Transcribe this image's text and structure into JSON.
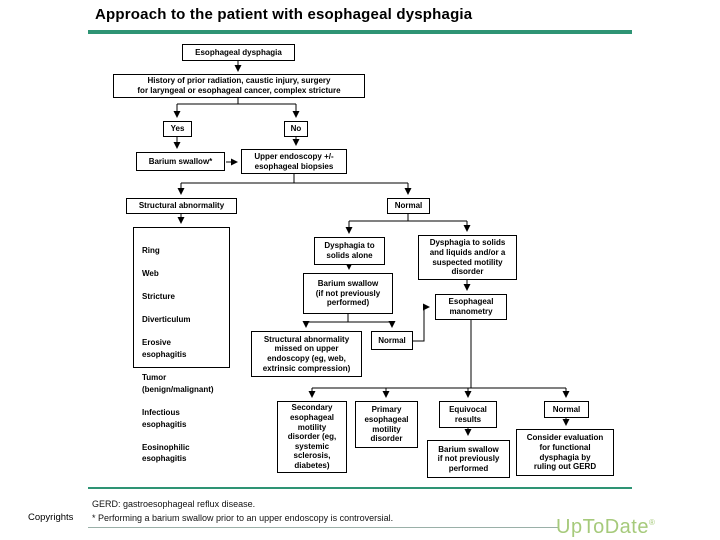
{
  "title": "Approach to the patient with esophageal dysphagia",
  "colors": {
    "accent_teal": "#2e9474",
    "divider_gray": "#9ab0a8",
    "logo_green": "#a6ca7b",
    "box_border": "#000000"
  },
  "flowchart": {
    "nodes": {
      "start": {
        "label": "Esophageal dysphagia"
      },
      "history": {
        "label": "History of prior radiation, caustic injury, surgery\nfor laryngeal or esophageal cancer, complex stricture"
      },
      "yes": {
        "label": "Yes"
      },
      "no": {
        "label": "No"
      },
      "barium_swallow_1": {
        "label": "Barium swallow*"
      },
      "endoscopy": {
        "label": "Upper endoscopy +/-\nesophageal biopsies"
      },
      "structural_abnormality": {
        "label": "Structural abnormality"
      },
      "normal_1": {
        "label": "Normal"
      },
      "structural_findings": {
        "items": [
          "Ring",
          "Web",
          "Stricture",
          "Diverticulum",
          "Erosive\nesophagitis",
          "Tumor\n(benign/malignant)",
          "Infectious\nesophagitis",
          "Eosinophilic\nesophagitis"
        ]
      },
      "dysphagia_solids": {
        "label": "Dysphagia to\nsolids alone"
      },
      "dysphagia_solids_liquids": {
        "label": "Dysphagia to solids\nand liquids and/or a\nsuspected motility\ndisorder"
      },
      "barium_swallow_2": {
        "label": "Barium swallow\n(if not previously\nperformed)"
      },
      "manometry": {
        "label": "Esophageal\nmanometry"
      },
      "structural_missed": {
        "label": "Structural abnormality\nmissed on upper\nendoscopy (eg, web,\nextrinsic compression)"
      },
      "normal_2": {
        "label": "Normal"
      },
      "secondary_motility": {
        "label": "Secondary\nesophageal\nmotility\ndisorder (eg,\nsystemic\nsclerosis,\ndiabetes)"
      },
      "primary_motility": {
        "label": "Primary\nesophageal\nmotility\ndisorder"
      },
      "equivocal": {
        "label": "Equivocal\nresults"
      },
      "barium_swallow_3": {
        "label": "Barium swallow\nif not previously\nperformed"
      },
      "normal_3": {
        "label": "Normal"
      },
      "consider_functional": {
        "label": "Consider evaluation\nfor functional\ndysphagia by\nruling out GERD"
      }
    }
  },
  "footnotes": {
    "gerd": "GERD: gastroesophageal reflux disease.",
    "asterisk": "* Performing a barium swallow prior to an upper endoscopy is controversial."
  },
  "copyright": "Copyrights",
  "logo": {
    "text": "UpToDate",
    "reg": "®"
  }
}
